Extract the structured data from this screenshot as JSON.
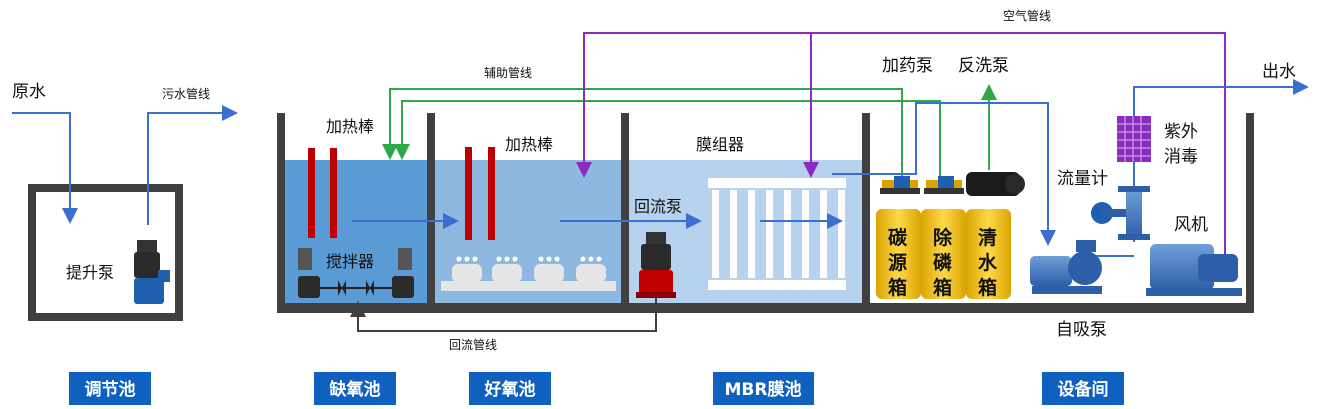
{
  "labels": {
    "raw_water": "原水",
    "sewage_line": "污水管线",
    "lift_pump": "提升泵",
    "heater_1": "加热棒",
    "heater_2": "加热棒",
    "stirrer": "搅拌器",
    "aux_line": "辅助管线",
    "air_line": "空气管线",
    "membrane_module": "膜组器",
    "return_pump": "回流泵",
    "return_line": "回流管线",
    "dosing_pump": "加药泵",
    "backwash_pump": "反洗泵",
    "outlet": "出水",
    "flowmeter": "流量计",
    "uv_1": "紫外",
    "uv_2": "消毒",
    "blower": "风机",
    "self_priming_pump": "自吸泵"
  },
  "chem_tanks": [
    {
      "c1": "碳",
      "c2": "源",
      "c3": "箱"
    },
    {
      "c1": "除",
      "c2": "磷",
      "c3": "箱"
    },
    {
      "c1": "清",
      "c2": "水",
      "c3": "箱"
    }
  ],
  "sections": [
    {
      "label": "调节池"
    },
    {
      "label": "缺氧池"
    },
    {
      "label": "好氧池"
    },
    {
      "label": "MBR膜池"
    },
    {
      "label": "设备间"
    }
  ],
  "colors": {
    "wall": "#404040",
    "water_anoxic": "#5b9bd5",
    "water_aerobic": "#8fb8e0",
    "water_mbr": "#b7d2ee",
    "flow_blue": "#3a6fd0",
    "air_purple": "#8b2bbf",
    "aux_green": "#2fa84a",
    "heater_red": "#c00000",
    "badge": "#1060c0",
    "tank_yellow": "#f0c020"
  }
}
